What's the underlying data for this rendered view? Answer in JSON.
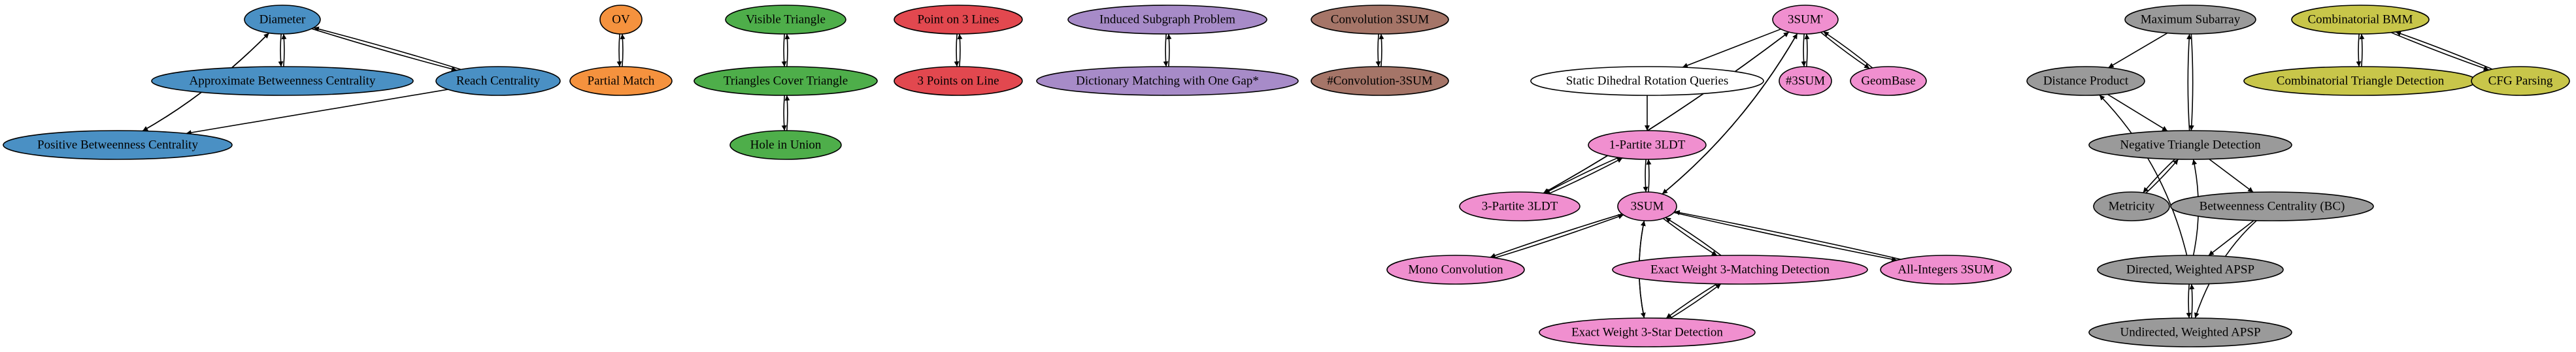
{
  "colors": {
    "blue": "#4a90c4",
    "orange": "#f5923e",
    "green": "#4eae4a",
    "red": "#e2484f",
    "purple": "#a78bc8",
    "brown": "#a57568",
    "pink": "#f08fcf",
    "white": "#ffffff",
    "gray": "#9a9a9a",
    "olive": "#c8c64a"
  },
  "nodes": [
    {
      "id": "diameter",
      "label": "Diameter",
      "color": "blue"
    },
    {
      "id": "approx_bc",
      "label": "Approximate Betweenness Centrality",
      "color": "blue"
    },
    {
      "id": "reach",
      "label": "Reach Centrality",
      "color": "blue"
    },
    {
      "id": "pos_bc",
      "label": "Positive Betweenness Centrality",
      "color": "blue"
    },
    {
      "id": "ov",
      "label": "OV",
      "color": "orange"
    },
    {
      "id": "partial_match",
      "label": "Partial Match",
      "color": "orange"
    },
    {
      "id": "visible_tri",
      "label": "Visible Triangle",
      "color": "green"
    },
    {
      "id": "tri_cover",
      "label": "Triangles Cover Triangle",
      "color": "green"
    },
    {
      "id": "hole_union",
      "label": "Hole in Union",
      "color": "green"
    },
    {
      "id": "point3lines",
      "label": "Point on 3 Lines",
      "color": "red"
    },
    {
      "id": "points3line",
      "label": "3 Points on Line",
      "color": "red"
    },
    {
      "id": "induced_sub",
      "label": "Induced Subgraph Problem",
      "color": "purple"
    },
    {
      "id": "dict_match",
      "label": "Dictionary Matching with One Gap*",
      "color": "purple"
    },
    {
      "id": "conv3sum",
      "label": "Convolution 3SUM",
      "color": "brown"
    },
    {
      "id": "sharp_conv3sum",
      "label": "#Convolution-3SUM",
      "color": "brown"
    },
    {
      "id": "threesum_p",
      "label": "3SUM'",
      "color": "pink"
    },
    {
      "id": "static_dihedral",
      "label": "Static Dihedral Rotation Queries",
      "color": "white"
    },
    {
      "id": "sharp3sum",
      "label": "#3SUM",
      "color": "pink"
    },
    {
      "id": "geombase",
      "label": "GeomBase",
      "color": "pink"
    },
    {
      "id": "one_partite",
      "label": "1-Partite 3LDT",
      "color": "pink"
    },
    {
      "id": "three_partite",
      "label": "3-Partite 3LDT",
      "color": "pink"
    },
    {
      "id": "threesum",
      "label": "3SUM",
      "color": "pink"
    },
    {
      "id": "mono_conv",
      "label": "Mono Convolution",
      "color": "pink"
    },
    {
      "id": "exact_matching",
      "label": "Exact Weight 3-Matching Detection",
      "color": "pink"
    },
    {
      "id": "all_int",
      "label": "All-Integers 3SUM",
      "color": "pink"
    },
    {
      "id": "exact_star",
      "label": "Exact Weight 3-Star Detection",
      "color": "pink"
    },
    {
      "id": "max_subarray",
      "label": "Maximum Subarray",
      "color": "gray"
    },
    {
      "id": "dist_product",
      "label": "Distance Product",
      "color": "gray"
    },
    {
      "id": "neg_tri",
      "label": "Negative Triangle Detection",
      "color": "gray"
    },
    {
      "id": "metricity",
      "label": "Metricity",
      "color": "gray"
    },
    {
      "id": "bc",
      "label": "Betweenness Centrality (BC)",
      "color": "gray"
    },
    {
      "id": "dir_apsp",
      "label": "Directed, Weighted APSP",
      "color": "gray"
    },
    {
      "id": "undir_apsp",
      "label": "Undirected, Weighted APSP",
      "color": "gray"
    },
    {
      "id": "comb_bmm",
      "label": "Combinatorial BMM",
      "color": "olive"
    },
    {
      "id": "comb_tri",
      "label": "Combinatorial Triangle Detection",
      "color": "olive"
    },
    {
      "id": "cfg",
      "label": "CFG Parsing",
      "color": "olive"
    }
  ],
  "edges": [
    {
      "from": "diameter",
      "to": "approx_bc"
    },
    {
      "from": "approx_bc",
      "to": "diameter"
    },
    {
      "from": "diameter",
      "to": "reach"
    },
    {
      "from": "reach",
      "to": "diameter"
    },
    {
      "from": "diameter",
      "to": "pos_bc"
    },
    {
      "from": "pos_bc",
      "to": "diameter"
    },
    {
      "from": "reach",
      "to": "pos_bc"
    },
    {
      "from": "ov",
      "to": "partial_match"
    },
    {
      "from": "partial_match",
      "to": "ov"
    },
    {
      "from": "visible_tri",
      "to": "tri_cover"
    },
    {
      "from": "tri_cover",
      "to": "visible_tri"
    },
    {
      "from": "tri_cover",
      "to": "hole_union"
    },
    {
      "from": "hole_union",
      "to": "tri_cover"
    },
    {
      "from": "point3lines",
      "to": "points3line"
    },
    {
      "from": "points3line",
      "to": "point3lines"
    },
    {
      "from": "induced_sub",
      "to": "dict_match"
    },
    {
      "from": "dict_match",
      "to": "induced_sub"
    },
    {
      "from": "conv3sum",
      "to": "sharp_conv3sum"
    },
    {
      "from": "sharp_conv3sum",
      "to": "conv3sum"
    },
    {
      "from": "threesum_p",
      "to": "static_dihedral"
    },
    {
      "from": "threesum_p",
      "to": "sharp3sum"
    },
    {
      "from": "sharp3sum",
      "to": "threesum_p"
    },
    {
      "from": "threesum_p",
      "to": "geombase"
    },
    {
      "from": "geombase",
      "to": "threesum_p"
    },
    {
      "from": "threesum_p",
      "to": "three_partite"
    },
    {
      "from": "three_partite",
      "to": "threesum_p"
    },
    {
      "from": "threesum_p",
      "to": "threesum"
    },
    {
      "from": "threesum",
      "to": "threesum_p"
    },
    {
      "from": "static_dihedral",
      "to": "one_partite"
    },
    {
      "from": "one_partite",
      "to": "threesum"
    },
    {
      "from": "threesum",
      "to": "one_partite"
    },
    {
      "from": "one_partite",
      "to": "three_partite"
    },
    {
      "from": "three_partite",
      "to": "one_partite"
    },
    {
      "from": "threesum",
      "to": "mono_conv"
    },
    {
      "from": "mono_conv",
      "to": "threesum"
    },
    {
      "from": "threesum",
      "to": "exact_matching"
    },
    {
      "from": "exact_matching",
      "to": "threesum"
    },
    {
      "from": "threesum",
      "to": "all_int"
    },
    {
      "from": "all_int",
      "to": "threesum"
    },
    {
      "from": "threesum",
      "to": "exact_star"
    },
    {
      "from": "exact_star",
      "to": "threesum"
    },
    {
      "from": "exact_matching",
      "to": "exact_star"
    },
    {
      "from": "exact_star",
      "to": "exact_matching"
    },
    {
      "from": "max_subarray",
      "to": "dist_product"
    },
    {
      "from": "max_subarray",
      "to": "neg_tri"
    },
    {
      "from": "neg_tri",
      "to": "max_subarray"
    },
    {
      "from": "dist_product",
      "to": "neg_tri"
    },
    {
      "from": "neg_tri",
      "to": "metricity"
    },
    {
      "from": "metricity",
      "to": "neg_tri"
    },
    {
      "from": "neg_tri",
      "to": "bc"
    },
    {
      "from": "bc",
      "to": "dir_apsp"
    },
    {
      "from": "bc",
      "to": "undir_apsp"
    },
    {
      "from": "dir_apsp",
      "to": "neg_tri"
    },
    {
      "from": "dir_apsp",
      "to": "dist_product"
    },
    {
      "from": "dir_apsp",
      "to": "undir_apsp"
    },
    {
      "from": "undir_apsp",
      "to": "dir_apsp"
    },
    {
      "from": "comb_bmm",
      "to": "comb_tri"
    },
    {
      "from": "comb_tri",
      "to": "comb_bmm"
    },
    {
      "from": "comb_bmm",
      "to": "cfg"
    },
    {
      "from": "cfg",
      "to": "comb_bmm"
    }
  ]
}
